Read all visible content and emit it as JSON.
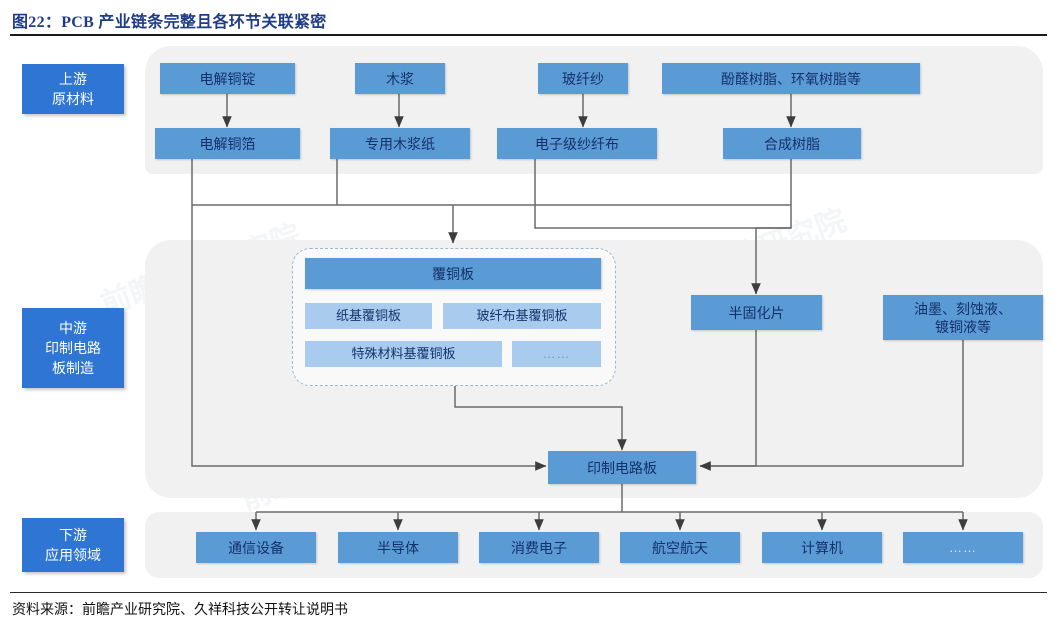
{
  "title": "图22：PCB 产业链条完整且各环节关联紧密",
  "source": "资料来源：前瞻产业研究院、久祥科技公开转让说明书",
  "colors": {
    "stage_blue": "#2E75D4",
    "node_blue": "#5B9BD5",
    "sub_blue": "#A9CBEE",
    "panel_gray": "#f1f1f1",
    "text_navy": "#14306b",
    "title_navy": "#1F3C88",
    "wire_gray": "#6b6b6b",
    "dash_border": "#9ab7d8"
  },
  "stages": [
    {
      "id": "upstream",
      "label": "上游\n原材料",
      "line1": "上游",
      "line2": "原材料",
      "line3": ""
    },
    {
      "id": "midstream",
      "label": "中游\n印制电路\n板制造",
      "line1": "中游",
      "line2": "印制电路",
      "line3": "板制造"
    },
    {
      "id": "downstream",
      "label": "下游\n应用领域",
      "line1": "下游",
      "line2": "应用领域",
      "line3": ""
    }
  ],
  "upstream": {
    "row1": [
      {
        "id": "copper-ingot",
        "label": "电解铜锭"
      },
      {
        "id": "wood-pulp",
        "label": "木浆"
      },
      {
        "id": "glass-yarn",
        "label": "玻纤纱"
      },
      {
        "id": "resins",
        "label": "酚醛树脂、环氧树脂等"
      }
    ],
    "row2": [
      {
        "id": "copper-foil",
        "label": "电解铜箔"
      },
      {
        "id": "special-pulp-paper",
        "label": "专用木浆纸"
      },
      {
        "id": "electronic-cloth",
        "label": "电子级纱纤布"
      },
      {
        "id": "synthetic-resin",
        "label": "合成树脂"
      }
    ]
  },
  "midstream": {
    "ccl_group": {
      "main": {
        "id": "ccl",
        "label": "覆铜板"
      },
      "subs": [
        {
          "id": "paper-ccl",
          "label": "纸基覆铜板"
        },
        {
          "id": "glass-ccl",
          "label": "玻纤布基覆铜板"
        },
        {
          "id": "special-ccl",
          "label": "特殊材料基覆铜板"
        },
        {
          "id": "ccl-more",
          "label": "……"
        }
      ]
    },
    "prepreg": {
      "id": "prepreg",
      "label": "半固化片"
    },
    "chemicals": {
      "id": "chemicals",
      "line1": "油墨、刻蚀液、",
      "line2": "镀铜液等",
      "label": "油墨、刻蚀液、镀铜液等"
    },
    "pcb": {
      "id": "pcb",
      "label": "印制电路板"
    }
  },
  "downstream": [
    {
      "id": "communication",
      "label": "通信设备"
    },
    {
      "id": "semiconductor",
      "label": "半导体"
    },
    {
      "id": "consumer",
      "label": "消费电子"
    },
    {
      "id": "aerospace",
      "label": "航空航天"
    },
    {
      "id": "computer",
      "label": "计算机"
    },
    {
      "id": "more",
      "label": "……"
    }
  ]
}
